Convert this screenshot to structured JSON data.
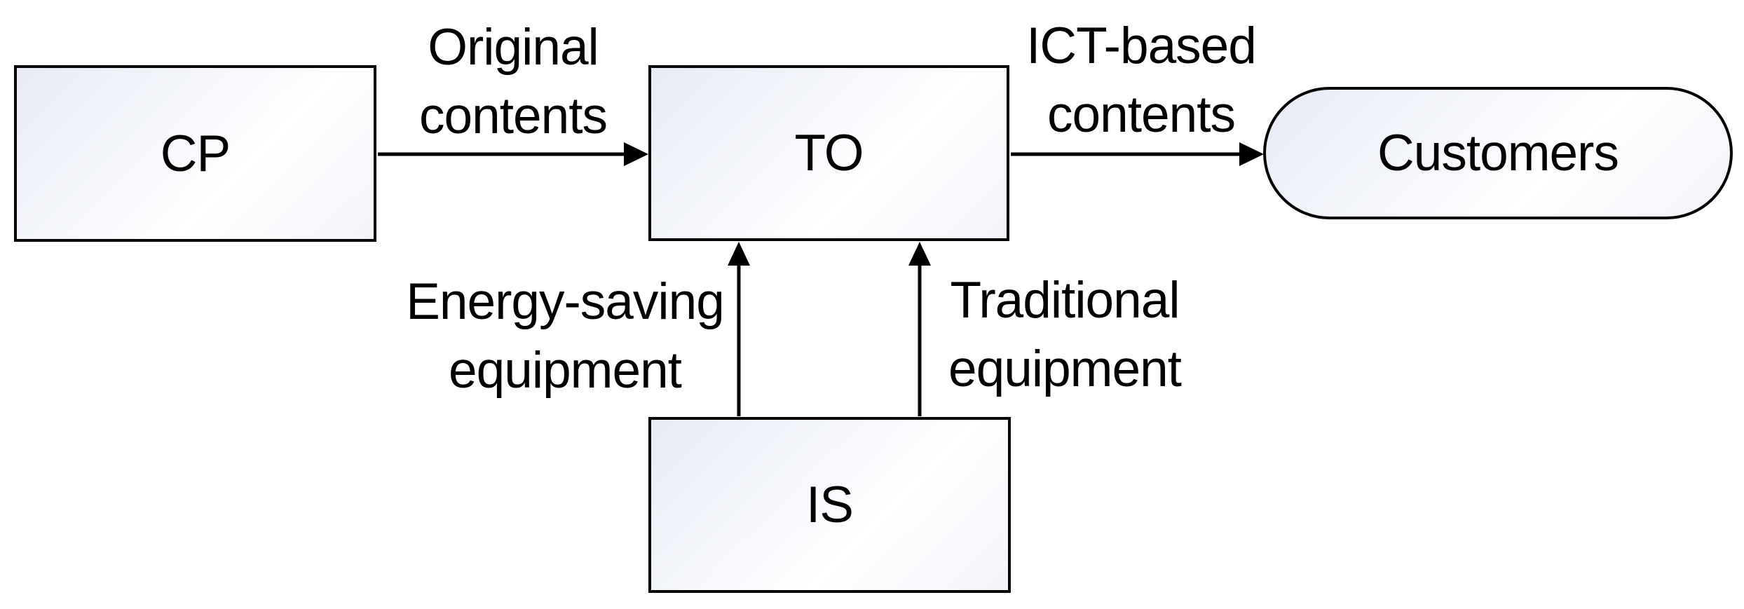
{
  "diagram": {
    "background_color": "#ffffff",
    "stroke_color": "#000000",
    "node_fill_top_left": "#e7eaf5",
    "node_fill_bottom_right": "#f2f4fa",
    "nodes": {
      "cp": "CP",
      "to": "TO",
      "is": "IS",
      "customers": "Customers"
    },
    "edge_labels": {
      "original": {
        "line1": "Original",
        "line2": "contents"
      },
      "ict": {
        "line1": "ICT-based",
        "line2": "contents"
      },
      "energy": {
        "line1": "Energy-saving",
        "line2": "equipment"
      },
      "traditional": {
        "line1": "Traditional",
        "line2": "equipment"
      }
    }
  }
}
